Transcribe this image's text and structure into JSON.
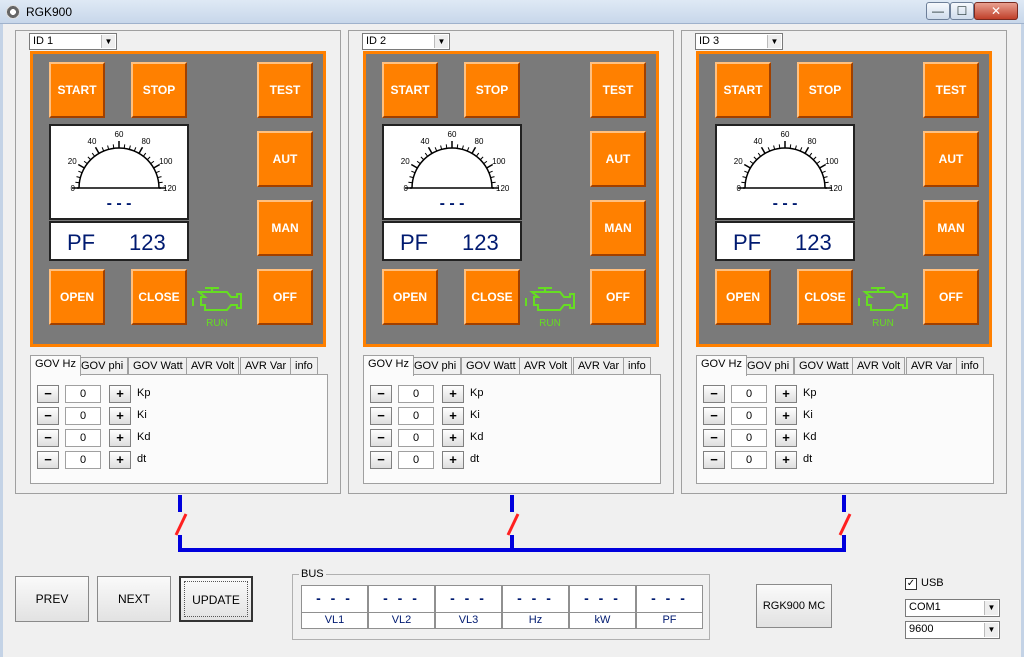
{
  "window": {
    "title": "RGK900",
    "minimize": "—",
    "maximize": "☐",
    "close": "✕"
  },
  "colors": {
    "accent": "#ff8000",
    "panel": "#7a7a7a",
    "bus_line": "#0000dd",
    "breaker": "#ff2020",
    "engine": "#66dd22",
    "display_text": "#001a70"
  },
  "generators": [
    {
      "id_label": "ID 1",
      "buttons": {
        "start": "START",
        "stop": "STOP",
        "test": "TEST",
        "aut": "AUT",
        "man": "MAN",
        "open": "OPEN",
        "close": "CLOSE",
        "off": "OFF"
      },
      "gauge": {
        "ticks": [
          "0",
          "20",
          "40",
          "60",
          "80",
          "100",
          "120"
        ],
        "readout": "- - -"
      },
      "pf": {
        "label": "PF",
        "value": "123"
      },
      "engine": {
        "icon": "engine-icon",
        "status": "RUN"
      },
      "tabs": [
        "GOV Hz",
        "GOV phi",
        "GOV Watt",
        "AVR Volt",
        "AVR Var",
        "info"
      ],
      "active_tab": "GOV Hz",
      "params": [
        {
          "minus": "−",
          "value": "0",
          "plus": "+",
          "label": "Kp"
        },
        {
          "minus": "−",
          "value": "0",
          "plus": "+",
          "label": "Ki"
        },
        {
          "minus": "−",
          "value": "0",
          "plus": "+",
          "label": "Kd"
        },
        {
          "minus": "−",
          "value": "0",
          "plus": "+",
          "label": "dt"
        }
      ]
    },
    {
      "id_label": "ID 2",
      "buttons": {
        "start": "START",
        "stop": "STOP",
        "test": "TEST",
        "aut": "AUT",
        "man": "MAN",
        "open": "OPEN",
        "close": "CLOSE",
        "off": "OFF"
      },
      "gauge": {
        "ticks": [
          "0",
          "20",
          "40",
          "60",
          "80",
          "100",
          "120"
        ],
        "readout": "- - -"
      },
      "pf": {
        "label": "PF",
        "value": "123"
      },
      "engine": {
        "icon": "engine-icon",
        "status": "RUN"
      },
      "tabs": [
        "GOV Hz",
        "GOV phi",
        "GOV Watt",
        "AVR Volt",
        "AVR Var",
        "info"
      ],
      "active_tab": "GOV Hz",
      "params": [
        {
          "minus": "−",
          "value": "0",
          "plus": "+",
          "label": "Kp"
        },
        {
          "minus": "−",
          "value": "0",
          "plus": "+",
          "label": "Ki"
        },
        {
          "minus": "−",
          "value": "0",
          "plus": "+",
          "label": "Kd"
        },
        {
          "minus": "−",
          "value": "0",
          "plus": "+",
          "label": "dt"
        }
      ]
    },
    {
      "id_label": "ID 3",
      "buttons": {
        "start": "START",
        "stop": "STOP",
        "test": "TEST",
        "aut": "AUT",
        "man": "MAN",
        "open": "OPEN",
        "close": "CLOSE",
        "off": "OFF"
      },
      "gauge": {
        "ticks": [
          "0",
          "20",
          "40",
          "60",
          "80",
          "100",
          "120"
        ],
        "readout": "- - -"
      },
      "pf": {
        "label": "PF",
        "value": "123"
      },
      "engine": {
        "icon": "engine-icon",
        "status": "RUN"
      },
      "tabs": [
        "GOV Hz",
        "GOV phi",
        "GOV Watt",
        "AVR Volt",
        "AVR Var",
        "info"
      ],
      "active_tab": "GOV Hz",
      "params": [
        {
          "minus": "−",
          "value": "0",
          "plus": "+",
          "label": "Kp"
        },
        {
          "minus": "−",
          "value": "0",
          "plus": "+",
          "label": "Ki"
        },
        {
          "minus": "−",
          "value": "0",
          "plus": "+",
          "label": "Kd"
        },
        {
          "minus": "−",
          "value": "0",
          "plus": "+",
          "label": "dt"
        }
      ]
    }
  ],
  "nav": {
    "prev": "PREV",
    "next": "NEXT",
    "update": "UPDATE"
  },
  "bus": {
    "title": "BUS",
    "cells": [
      {
        "value": "- - -",
        "label": "VL1"
      },
      {
        "value": "- - -",
        "label": "VL2"
      },
      {
        "value": "- - -",
        "label": "VL3"
      },
      {
        "value": "- - -",
        "label": "Hz"
      },
      {
        "value": "- - -",
        "label": "kW"
      },
      {
        "value": "- - -",
        "label": "PF"
      }
    ]
  },
  "mc_button": "RGK900 MC",
  "connection": {
    "usb_label": "USB",
    "usb_checked": "✓",
    "port": "COM1",
    "baud": "9600"
  }
}
